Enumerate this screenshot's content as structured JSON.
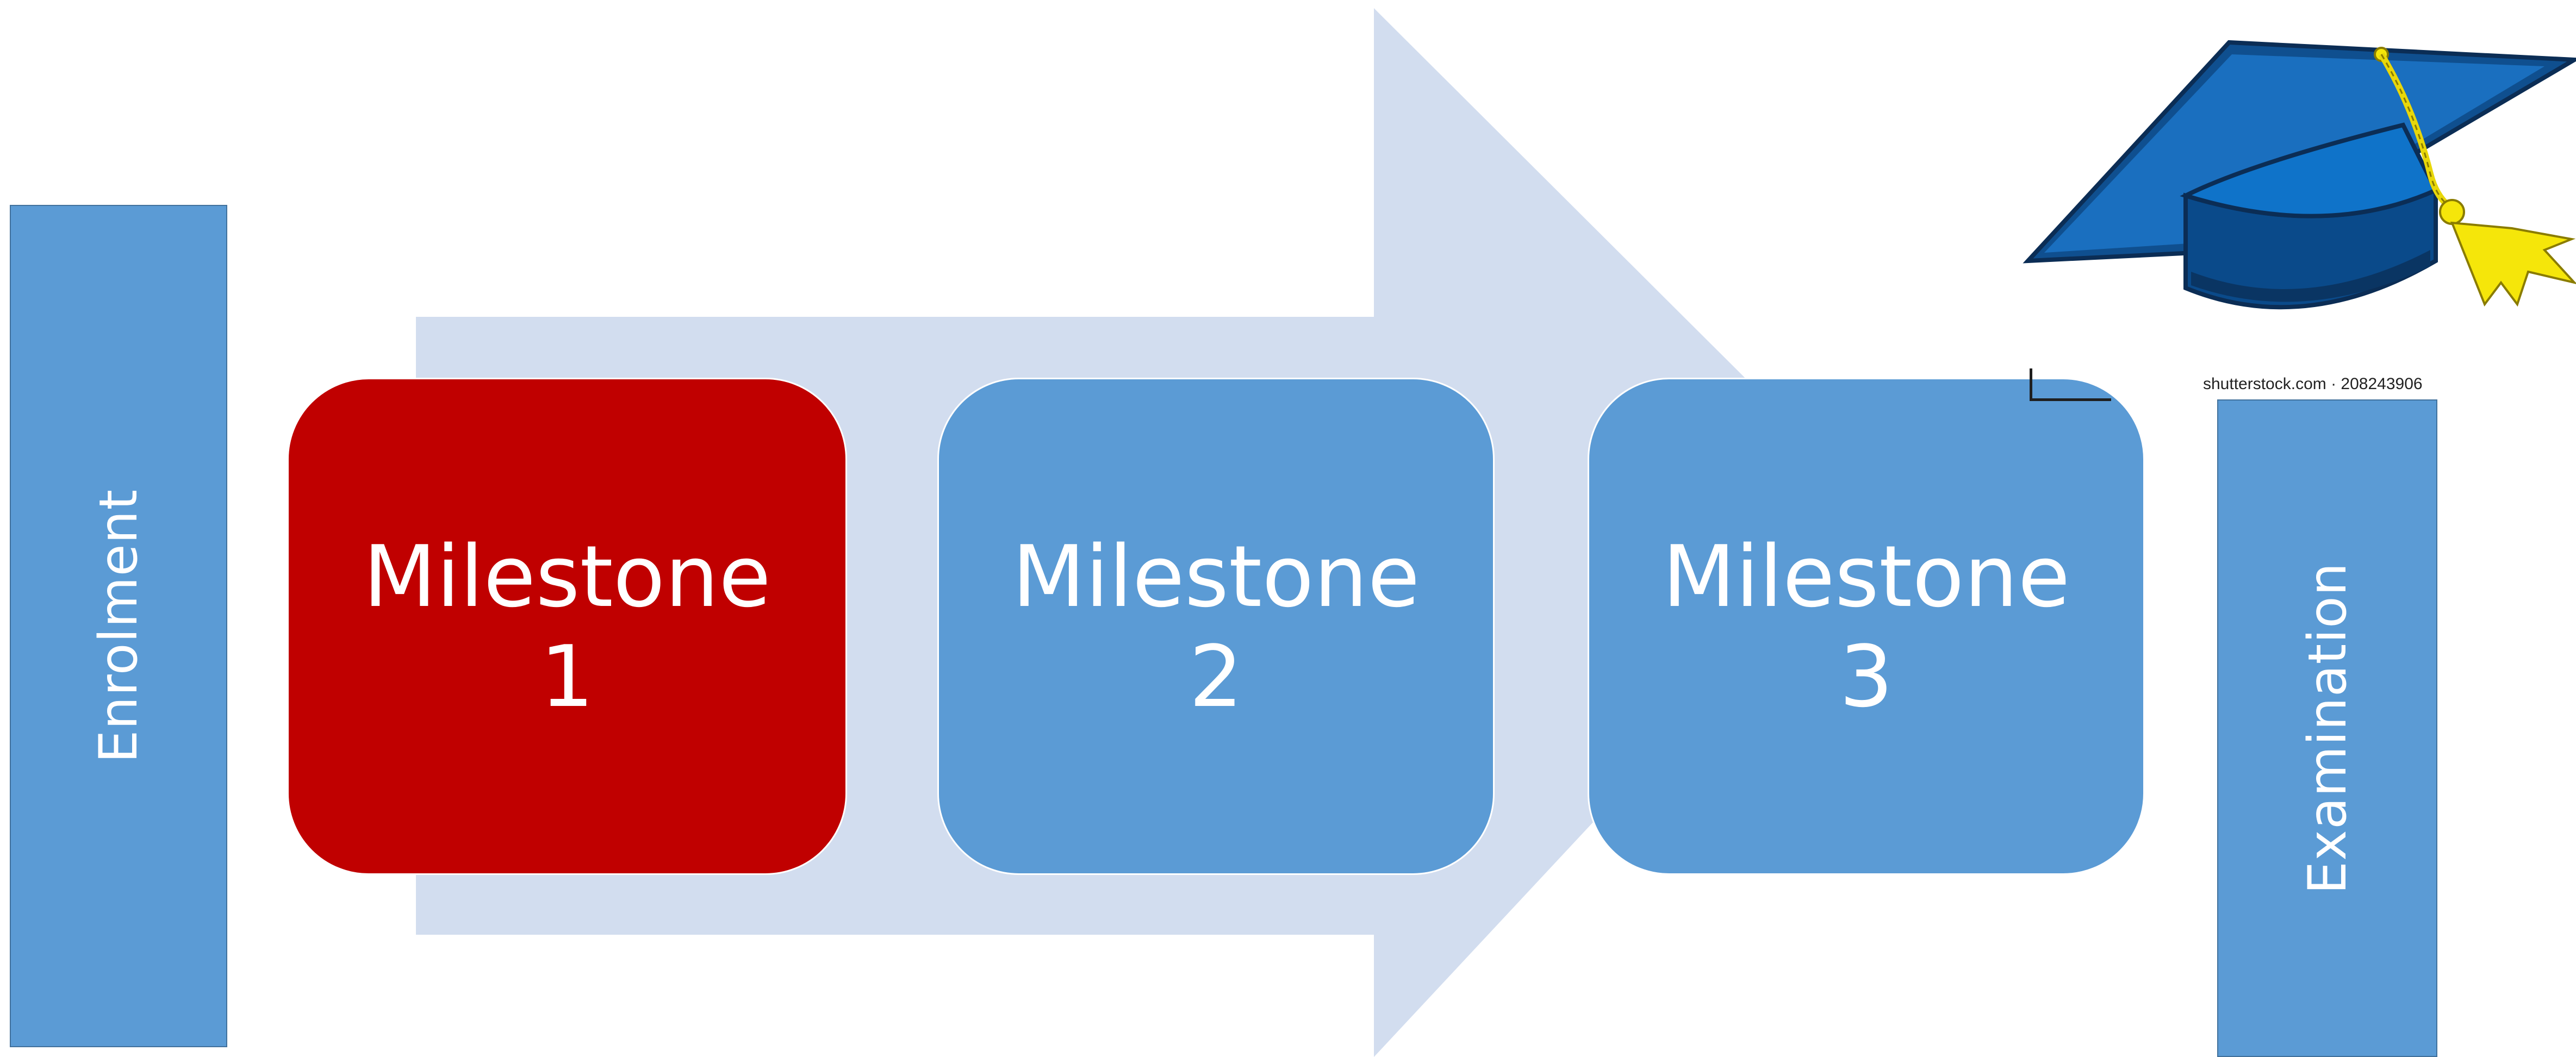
{
  "colors": {
    "arrow": "#d2ddef",
    "bar": "#5b9bd5",
    "active_milestone": "#c00000",
    "milestone": "#5b9bd5",
    "cap_blue": "#0f5aa0",
    "tassel": "#f5e60a"
  },
  "left_bar": {
    "label": "Enrolment"
  },
  "right_bar": {
    "label": "Examination"
  },
  "milestones": [
    {
      "word": "Milestone",
      "number": "1",
      "state": "active"
    },
    {
      "word": "Milestone",
      "number": "2",
      "state": "pending"
    },
    {
      "word": "Milestone",
      "number": "3",
      "state": "pending"
    }
  ],
  "graduation_cap": {
    "icon": "graduation-cap-icon",
    "watermark": "shutterstock.com · 208243906"
  }
}
